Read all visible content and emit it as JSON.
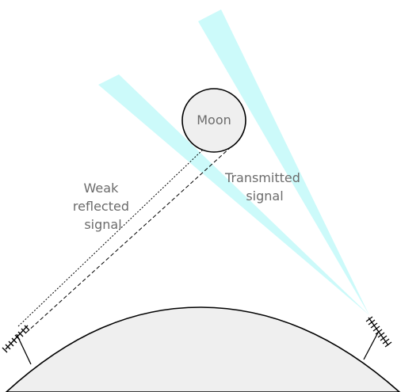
{
  "labels": {
    "moon": "Moon",
    "weak_line1": "Weak",
    "weak_line2": "reflected",
    "weak_line3": "signal",
    "transmitted_line1": "Transmitted",
    "transmitted_line2": "signal"
  },
  "colors": {
    "beam": "#ccfafa",
    "moon_fill": "#efefef",
    "earth_fill": "#efefef",
    "stroke": "#000000",
    "label": "#6b6b6b"
  },
  "icons": {
    "left_antenna": "yagi-antenna-icon",
    "right_antenna": "yagi-antenna-icon"
  }
}
